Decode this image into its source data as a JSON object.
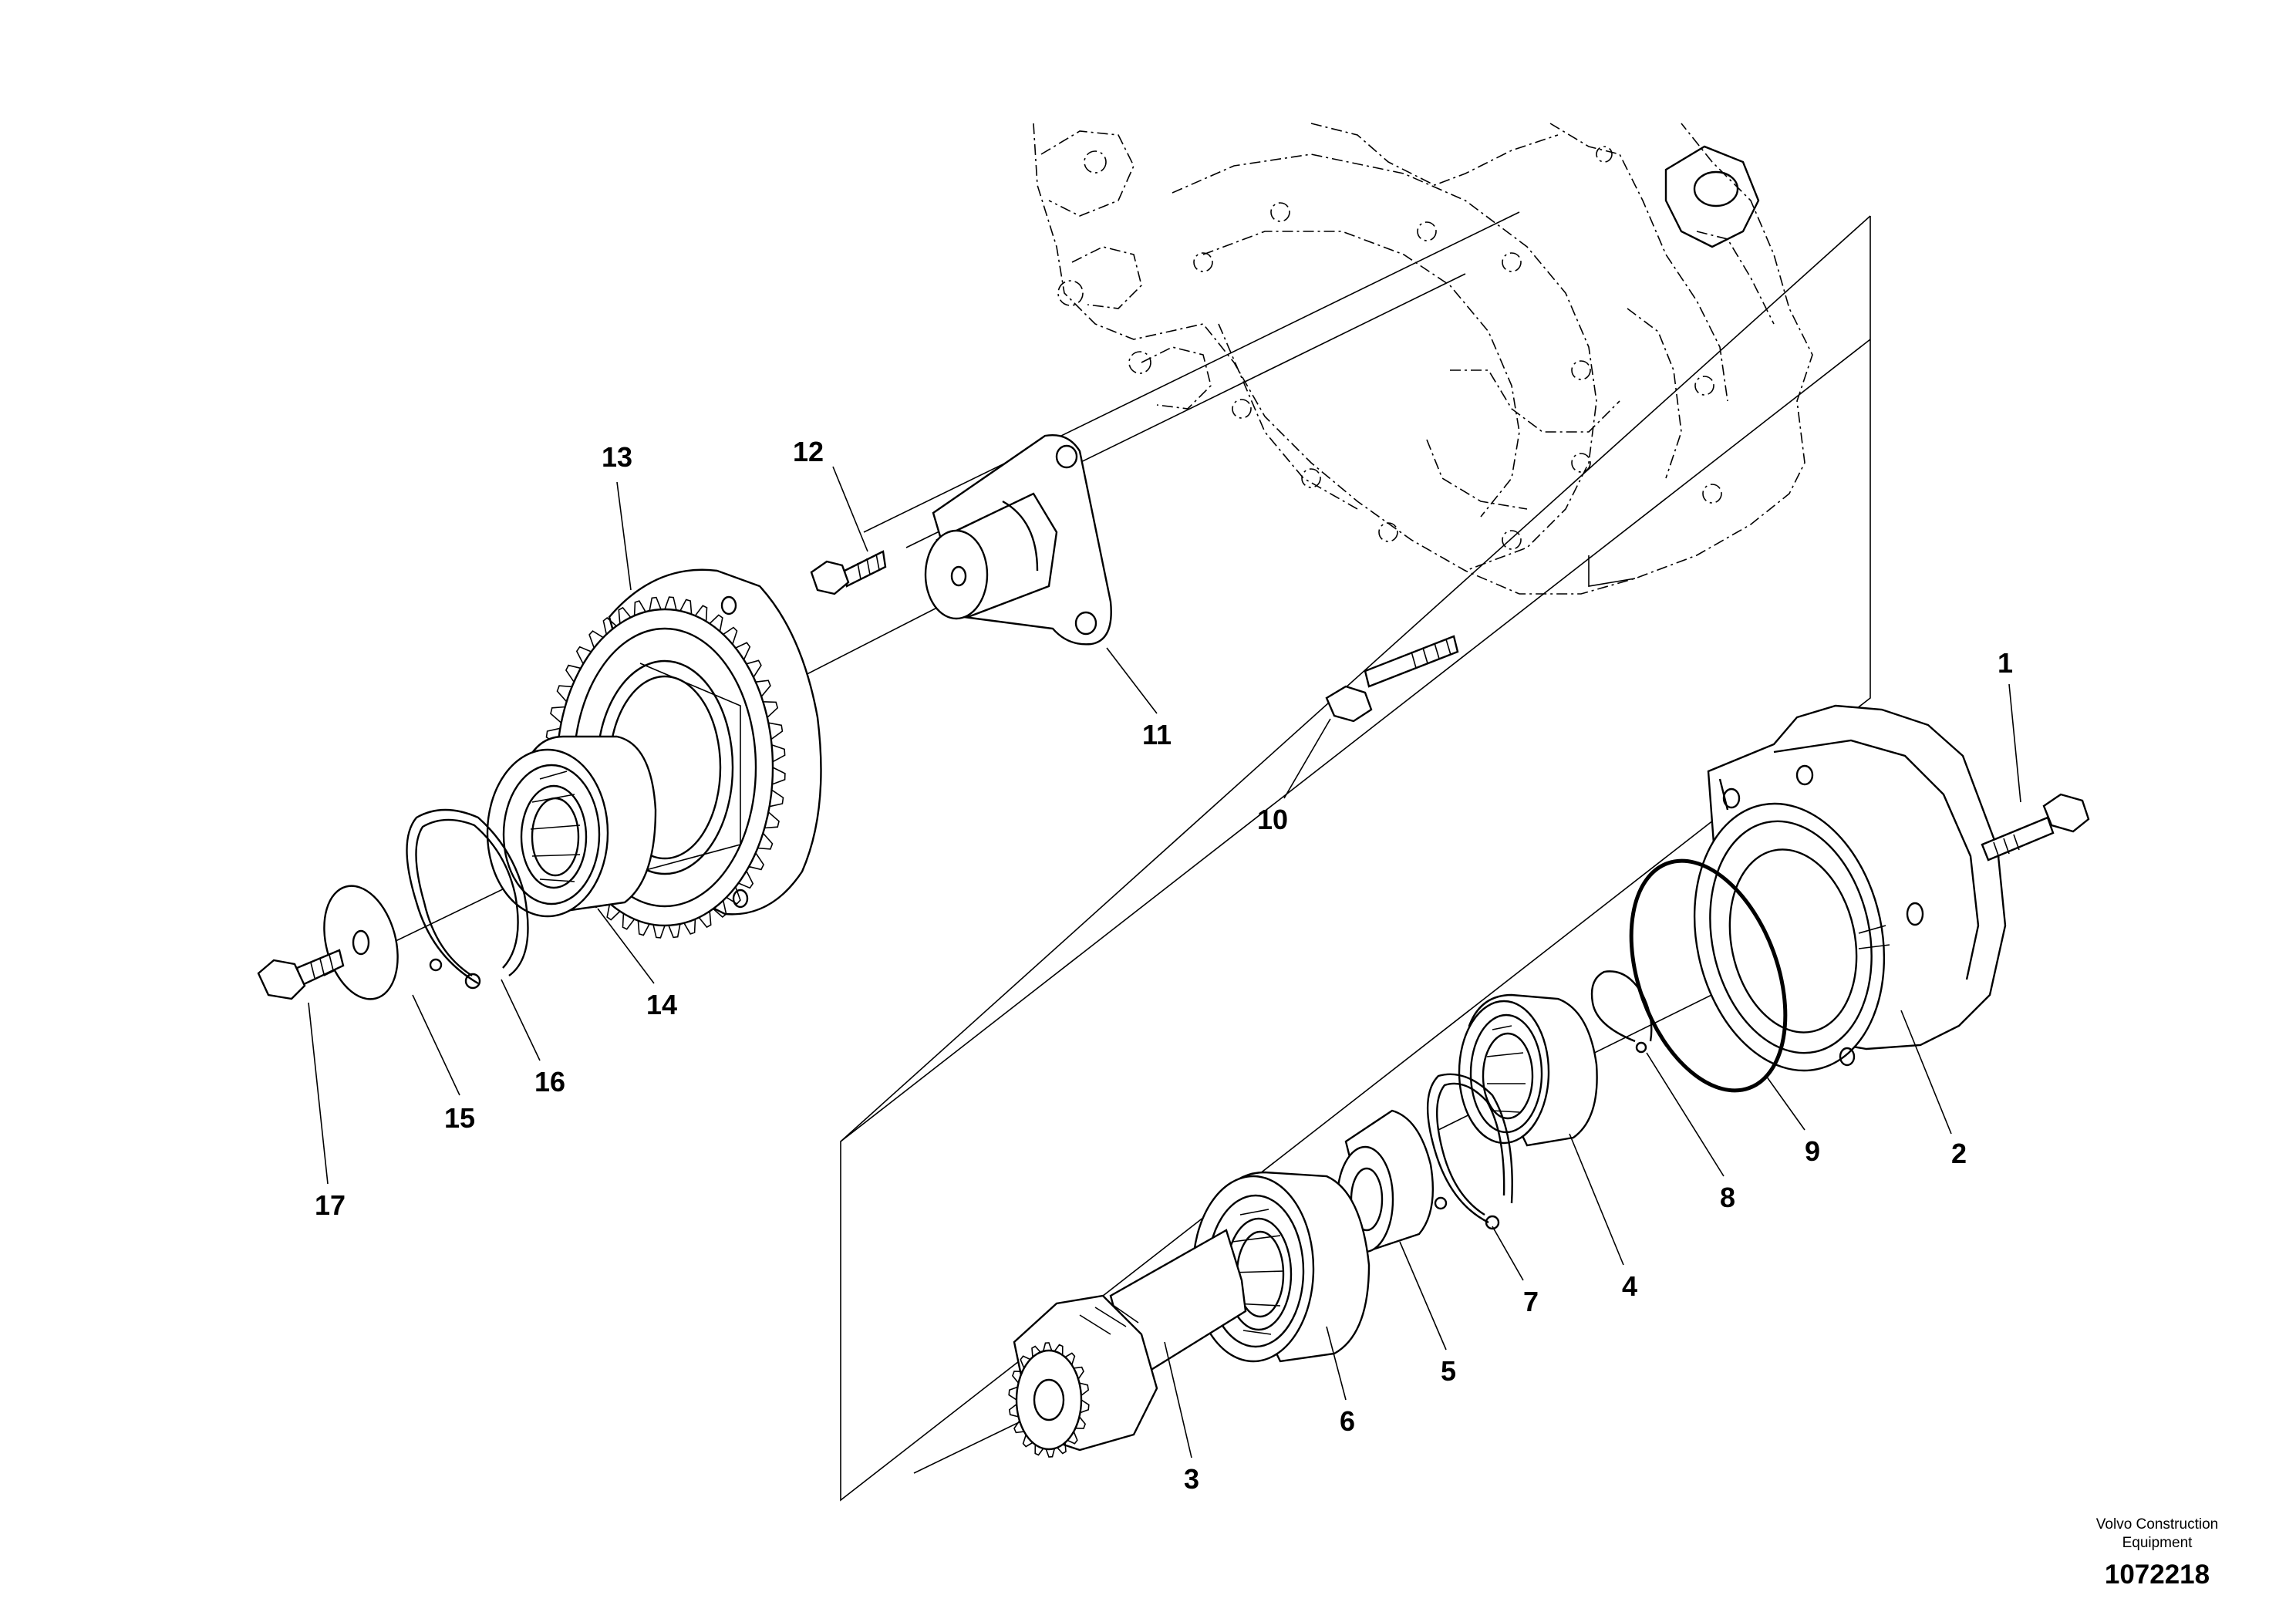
{
  "callouts": {
    "c1": "1",
    "c2": "2",
    "c3": "3",
    "c4": "4",
    "c5": "5",
    "c6": "6",
    "c7": "7",
    "c8": "8",
    "c9": "9",
    "c10": "10",
    "c11": "11",
    "c12": "12",
    "c13": "13",
    "c14": "14",
    "c15": "15",
    "c16": "16",
    "c17": "17"
  },
  "footer": {
    "brand_line1": "Volvo Construction",
    "brand_line2": "Equipment",
    "drawing_number": "1072218"
  }
}
